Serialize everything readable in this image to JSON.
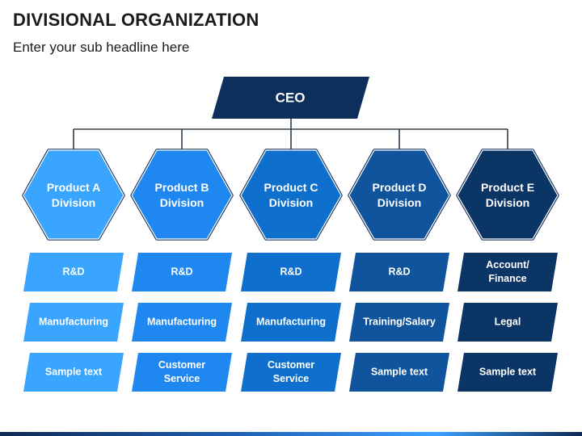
{
  "header": {
    "title": "DIVISIONAL ORGANIZATION",
    "subtitle": "Enter your sub headline here"
  },
  "ceo": {
    "label": "CEO",
    "color": "#0d2f5c"
  },
  "connector_color": "#2f3b4a",
  "columns": [
    {
      "division": [
        "Product A",
        "Division"
      ],
      "color": "#3aa5ff",
      "items": [
        [
          "R&D"
        ],
        [
          "Manufacturing"
        ],
        [
          "Sample text"
        ]
      ]
    },
    {
      "division": [
        "Product B",
        "Division"
      ],
      "color": "#1f87f0",
      "items": [
        [
          "R&D"
        ],
        [
          "Manufacturing"
        ],
        [
          "Customer",
          "Service"
        ]
      ]
    },
    {
      "division": [
        "Product C",
        "Division"
      ],
      "color": "#0e6fcd",
      "items": [
        [
          "R&D"
        ],
        [
          "Manufacturing"
        ],
        [
          "Customer",
          "Service"
        ]
      ]
    },
    {
      "division": [
        "Product D",
        "Division"
      ],
      "color": "#10549d",
      "items": [
        [
          "R&D"
        ],
        [
          "Training/Salary"
        ],
        [
          "Sample text"
        ]
      ]
    },
    {
      "division": [
        "Product E",
        "Division"
      ],
      "color": "#0b3564",
      "items": [
        [
          "Account/",
          "Finance"
        ],
        [
          "Legal"
        ],
        [
          "Sample text"
        ]
      ]
    }
  ]
}
